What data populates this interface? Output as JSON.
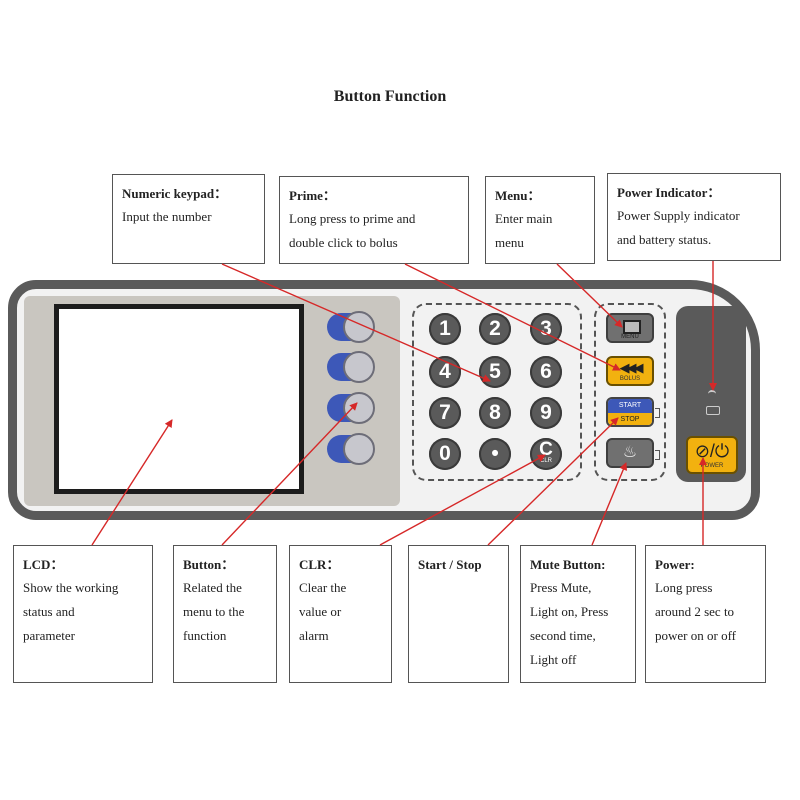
{
  "title": "Button Function",
  "callouts_top": [
    {
      "heading": "Numeric keypad：",
      "lines": [
        "Input the number"
      ]
    },
    {
      "heading": "Prime：",
      "lines": [
        "Long press to prime and",
        "double click to bolus"
      ]
    },
    {
      "heading": "Menu：",
      "lines": [
        "Enter main",
        "menu"
      ]
    },
    {
      "heading": "Power Indicator：",
      "lines": [
        "Power Supply indicator",
        "and battery status."
      ]
    }
  ],
  "callouts_bottom": [
    {
      "heading": "LCD：",
      "lines": [
        "Show the working",
        "status and",
        "parameter"
      ]
    },
    {
      "heading": "Button：",
      "lines": [
        "Related the",
        "menu to the",
        "function"
      ]
    },
    {
      "heading": "CLR：",
      "lines": [
        "Clear the",
        "value or",
        "alarm"
      ]
    },
    {
      "heading": "Start / Stop",
      "lines": []
    },
    {
      "heading": "Mute Button:",
      "lines": [
        "Press Mute,",
        "Light on, Press",
        "second time,",
        "Light off"
      ]
    },
    {
      "heading": "Power:",
      "lines": [
        "Long press",
        "around 2 sec to",
        "power on or off"
      ]
    }
  ],
  "device": {
    "keys": [
      "1",
      "2",
      "3",
      "4",
      "5",
      "6",
      "7",
      "8",
      "9",
      "0",
      "•",
      "C"
    ],
    "clr_sub": "CLR",
    "menu_label": "MENU",
    "bolus_arrows": "◀◀◀",
    "bolus_label": "BOLUS",
    "start_label": "START",
    "stop_label": "STOP",
    "mute_symbol": "♨",
    "power_symbol": "⊘/⏻",
    "power_label": "POWER"
  },
  "colors": {
    "arrow": "#d62828",
    "accent_yellow": "#f2b10f",
    "accent_blue": "#3d58b8",
    "device_frame": "#5a5a5a"
  }
}
